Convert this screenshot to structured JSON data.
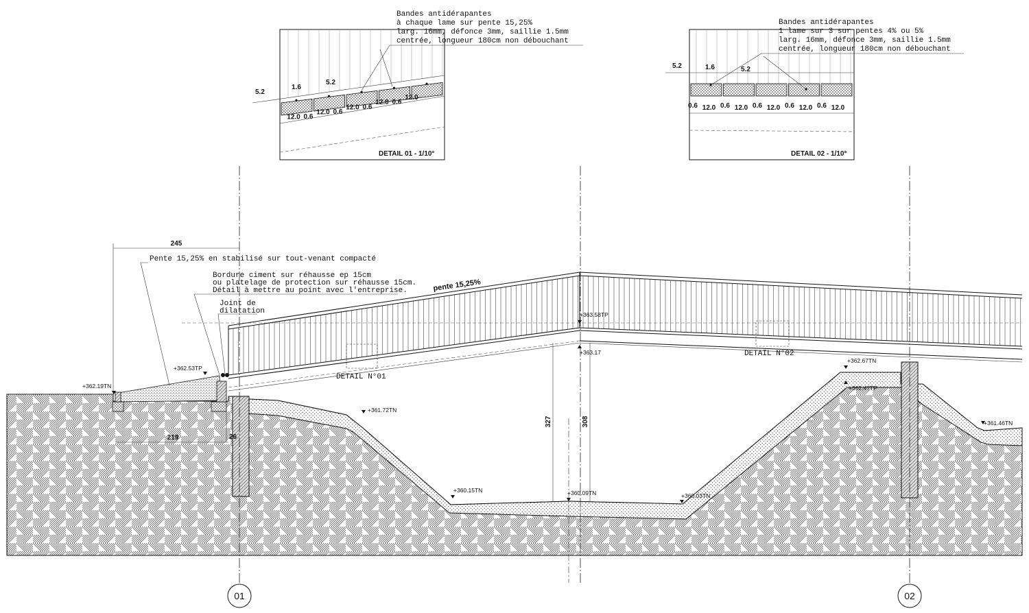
{
  "details": {
    "d1": {
      "caption": "DETAIL 01  - 1/10°",
      "note": [
        "Bandes antidérapantes",
        "à chaque lame sur pente 15,25%",
        "larg. 16mm, défonce 3mm, saillie 1.5mm",
        "centrée, longueur 180cm non débouchant"
      ],
      "top_dims": [
        "5.2",
        "1.6",
        "5.2"
      ],
      "bottom_dims": [
        "12.0",
        "0.6",
        "12.0",
        "0.6",
        "12.0",
        "0.6",
        "12.0",
        "0.6",
        "12.0"
      ]
    },
    "d2": {
      "caption": "DETAIL 02  - 1/10°",
      "note": [
        "Bandes antidérapantes",
        "1 lame sur 3 sur pentes 4% ou 5%",
        "larg. 16mm, défonce 3mm, saillie 1.5mm",
        "centrée, longueur 180cm non débouchant"
      ],
      "top_dims": [
        "5.2",
        "1.6",
        "5.2"
      ],
      "bottom_dims": [
        "0.6",
        "12.0",
        "0.6",
        "12.0",
        "0.6",
        "12.0",
        "0.6",
        "12.0",
        "0.6",
        "12.0"
      ]
    }
  },
  "section": {
    "dim_245": "245",
    "dim_219": "219",
    "dim_26": "26",
    "dim_327": "327",
    "dim_308": "308",
    "note_pente": "Pente 15,25% en stabilisé sur tout-venant compacté",
    "note_bordure": [
      "Bordure ciment sur réhausse ep 15cm",
      "ou platelage de protection sur réhausse 15cm.",
      "Détail à mettre au point avec l'entreprise."
    ],
    "note_joint": [
      "Joint de",
      "dilatation"
    ],
    "pente_label": "pente 15,25%",
    "detail1_ref": "DETAIL N°01",
    "detail2_ref": "DETAIL N°02",
    "levels": {
      "l1": "+362.19TN",
      "l2": "+362.53TP",
      "l3": "+361.72TN",
      "l4": "+363.58TP",
      "l5": "+363.17",
      "l6": "+360.15TN",
      "l7": "+360.09TN",
      "l8": "+360.03TN",
      "l9": "+362.67TN",
      "l10": "+362.47TP",
      "l11": "+361.46TN"
    }
  },
  "axes": [
    "01",
    "02"
  ]
}
